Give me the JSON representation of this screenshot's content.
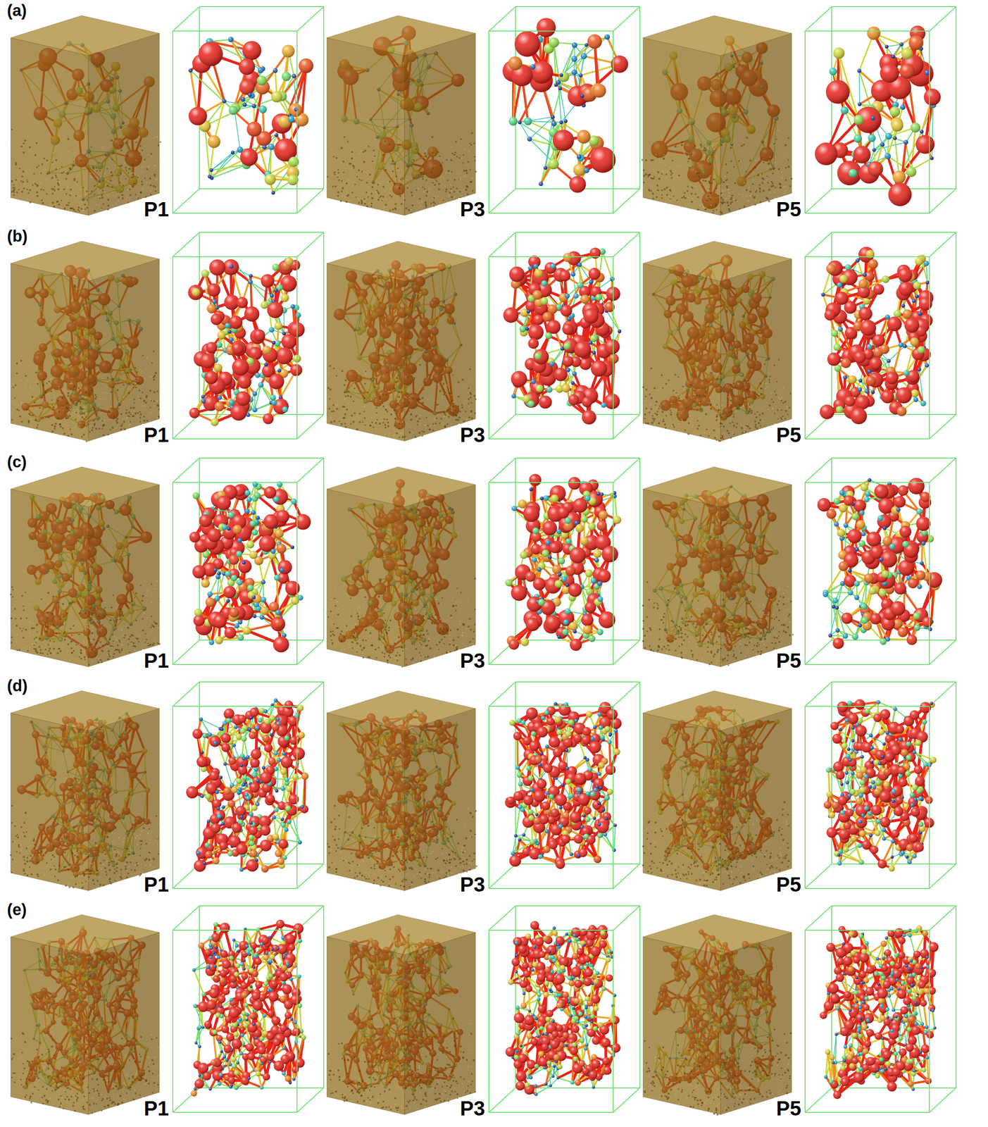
{
  "diagram": {
    "labels": [
      "(a)",
      "P1",
      "P3",
      "P5",
      "(b)",
      "P1",
      "P3",
      "P5",
      "(c)",
      "P1",
      "P3",
      "P5",
      "(d)",
      "P1",
      "P3",
      "P5",
      "(e)",
      "P1",
      "P3",
      "P5"
    ]
  }
}
